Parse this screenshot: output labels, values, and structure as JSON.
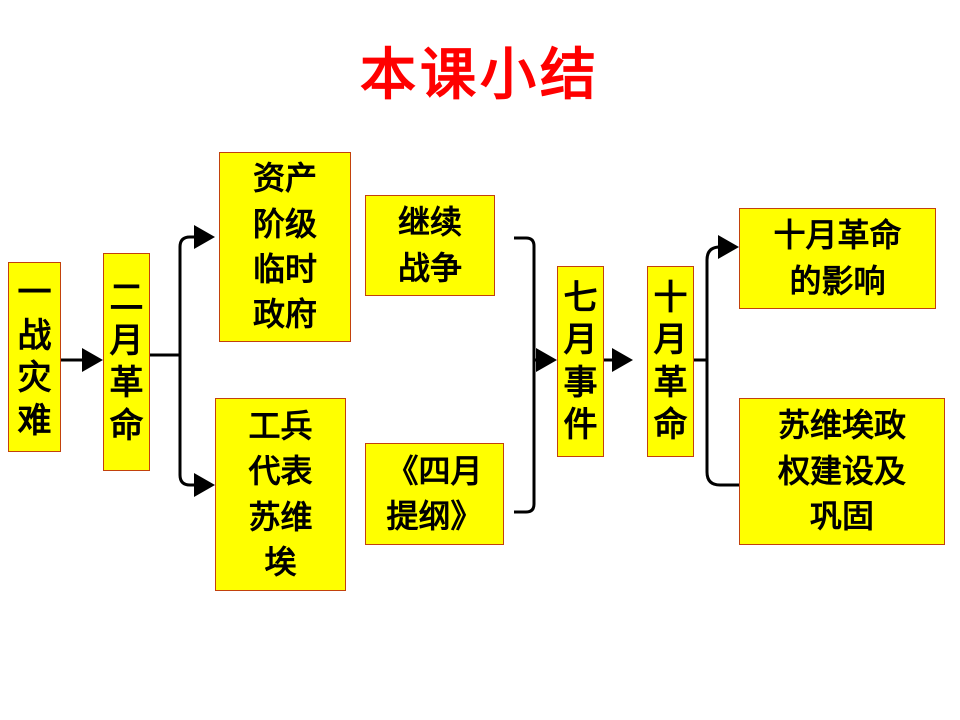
{
  "title": "本课小结",
  "colors": {
    "title": "#ff0000",
    "box_fill": "#ffff00",
    "box_border": "#c2410c",
    "text": "#000000",
    "connector": "#000000"
  },
  "nodes": {
    "wwi_disaster": "一\n战\n灾\n难",
    "february_revolution": "二\n月\n革\n命",
    "provisional_government": "资产\n阶级\n临时\n政府",
    "workers_soldiers_soviet": "工兵\n代表\n苏维\n埃",
    "continue_war": "继续\n战争",
    "april_theses": "《四月\n提纲》",
    "july_events": "七\n月\n事\n件",
    "october_revolution": "十\n月\n革\n命",
    "october_influence": "十月革命\n的影响",
    "soviet_regime": "苏维埃政\n权建设及\n巩固"
  }
}
